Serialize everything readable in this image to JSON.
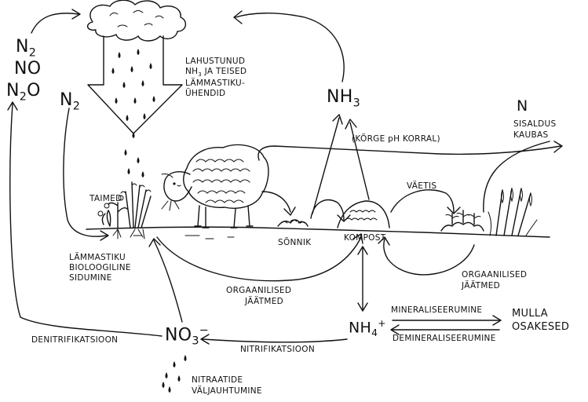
{
  "labels": {
    "n2_top": "N",
    "n2_top_sub": "2",
    "no": "NO",
    "n2o": "N",
    "n2o_sub": "2",
    "n2o_tail": "O",
    "n2_mid": "N",
    "n2_mid_sub": "2",
    "lahustunud_1": "LAHUSTUNUD",
    "lahustunud_2": "NH",
    "lahustunud_2_sub": "3",
    "lahustunud_2_tail": " JA TEISED",
    "lahustunud_3": "LÄMMASTIKU-",
    "lahustunud_4": "ÜHENDID",
    "nh3": "NH",
    "nh3_sub": "3",
    "korge_ph": "(KÕRGE pH KORRAL)",
    "n_sisaldus_1": "N",
    "n_sisaldus_2": "SISALDUS",
    "n_sisaldus_3": "KAUBAS",
    "taimed": "TAIMED",
    "vaetis": "VÄETIS",
    "sonnik": "SÕNNIK",
    "kompost": "KOMPOST",
    "bio_1": "LÄMMASTIKU",
    "bio_2": "BIOLOOGILINE",
    "bio_3": "SIDUMINE",
    "org_mid_1": "ORGAANILISED",
    "org_mid_2": "JÄÄTMED",
    "org_right_1": "ORGAANILISED",
    "org_right_2": "JÄÄTMED",
    "mineral": "MINERALISEERUMINE",
    "demineral": "DEMINERALISEERUMINE",
    "mulla_1": "MULLA",
    "mulla_2": "OSAKESED",
    "nh4": "NH",
    "nh4_sub": "4",
    "nh4_sup": "+",
    "nitrif": "NITRIFIKATSIOON",
    "denitrif": "DENITRIFIKATSIOON",
    "no3": "NO",
    "no3_sub": "3",
    "no3_sup": "−",
    "leach_1": "NITRAATIDE",
    "leach_2": "VÄLJAUHTUMINE"
  }
}
